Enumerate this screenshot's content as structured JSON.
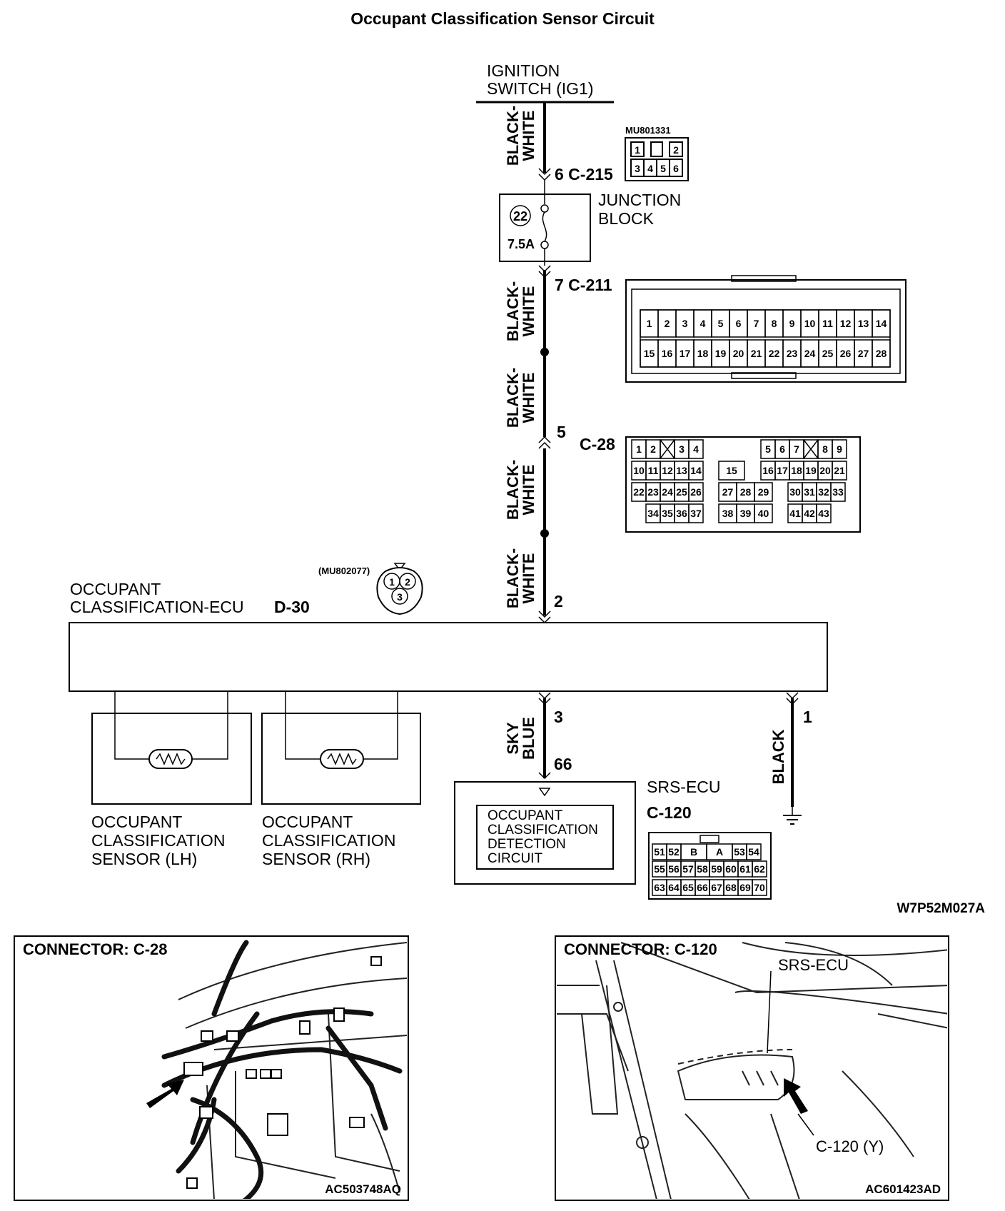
{
  "title": "Occupant Classification Sensor Circuit",
  "ignition": {
    "line1": "IGNITION",
    "line2": "SWITCH (IG1)"
  },
  "wires": {
    "black": "BLACK-",
    "white": "WHITE",
    "sky": "SKY",
    "blue": "BLUE",
    "black_only": "BLACK"
  },
  "connectors": {
    "c215": {
      "label": "6 C-215",
      "part": "MU801331",
      "pins": [
        "1",
        "2",
        "3",
        "4",
        "5",
        "6"
      ]
    },
    "junction": {
      "line1": "JUNCTION",
      "line2": "BLOCK",
      "fuse_no": "22",
      "rating": "7.5A"
    },
    "c211": {
      "label": "7 C-211",
      "row1": [
        "1",
        "2",
        "3",
        "4",
        "5",
        "6",
        "7",
        "8",
        "9",
        "10",
        "11",
        "12",
        "13",
        "14"
      ],
      "row2": [
        "15",
        "16",
        "17",
        "18",
        "19",
        "20",
        "21",
        "22",
        "23",
        "24",
        "25",
        "26",
        "27",
        "28"
      ]
    },
    "c28": {
      "pin": "5",
      "label": "C-28",
      "row1a": [
        "1",
        "2",
        "",
        "3",
        "4"
      ],
      "row1b": [
        "5",
        "6",
        "7",
        "",
        "8",
        "9"
      ],
      "row2a": [
        "10",
        "11",
        "12",
        "13",
        "14"
      ],
      "row2m": [
        "15"
      ],
      "row2b": [
        "16",
        "17",
        "18",
        "19",
        "20",
        "21"
      ],
      "row3a": [
        "22",
        "23",
        "24",
        "25",
        "26"
      ],
      "row3m": [
        "27",
        "28",
        "29"
      ],
      "row3b": [
        "30",
        "31",
        "32",
        "33"
      ],
      "row4a": [
        "34",
        "35",
        "36",
        "37"
      ],
      "row4m": [
        "38",
        "39",
        "40"
      ],
      "row4b": [
        "41",
        "42",
        "43"
      ]
    },
    "d30": {
      "part": "(MU802077)",
      "pins": [
        "1",
        "2",
        "3"
      ],
      "pin_in": "2"
    },
    "c120": {
      "label": "C-120",
      "row1": [
        "51",
        "52",
        "B",
        "A",
        "53",
        "54"
      ],
      "row2": [
        "55",
        "56",
        "57",
        "58",
        "59",
        "60",
        "61",
        "62"
      ],
      "row3": [
        "63",
        "64",
        "65",
        "66",
        "67",
        "68",
        "69",
        "70"
      ]
    }
  },
  "ecu": {
    "line1": "OCCUPANT",
    "line2": "CLASSIFICATION-ECU",
    "code": "D-30"
  },
  "pins": {
    "p3": "3",
    "p1": "1",
    "p66": "66"
  },
  "srs": {
    "label": "SRS-ECU",
    "circuit": [
      "OCCUPANT",
      "CLASSIFICATION",
      "DETECTION",
      "CIRCUIT"
    ]
  },
  "sensors": {
    "lh": [
      "OCCUPANT",
      "CLASSIFICATION",
      "SENSOR (LH)"
    ],
    "rh": [
      "OCCUPANT",
      "CLASSIFICATION",
      "SENSOR (RH)"
    ]
  },
  "figure_code": "W7P52M027A",
  "panels": {
    "left": {
      "title": "CONNECTOR: C-28",
      "code": "AC503748AQ"
    },
    "right": {
      "title": "CONNECTOR: C-120",
      "code": "AC601423AD",
      "srs_label": "SRS-ECU",
      "conn_label": "C-120 (Y)"
    }
  }
}
